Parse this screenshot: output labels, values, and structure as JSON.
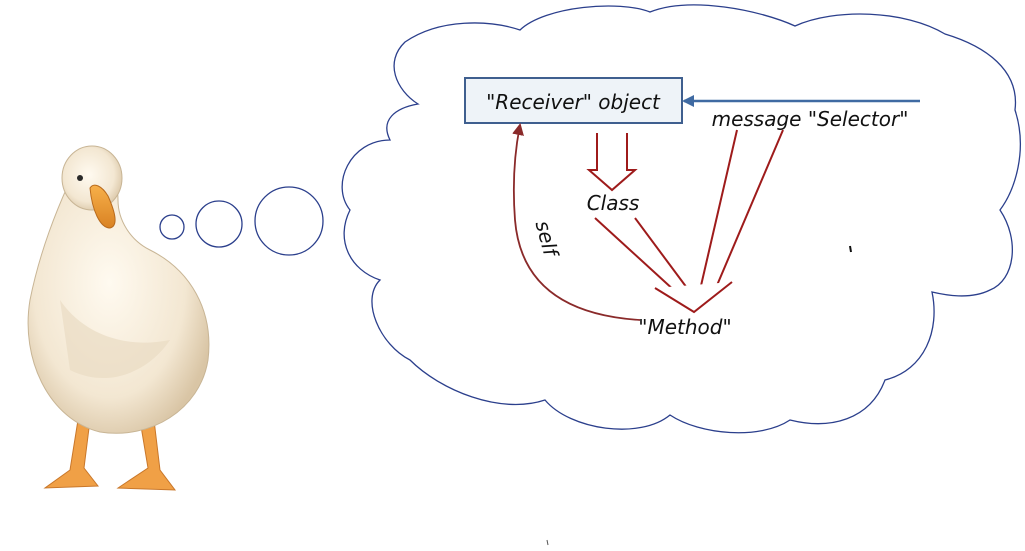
{
  "diagram": {
    "receiver_label": "\"Receiver\" object",
    "message_label": "message \"Selector\"",
    "class_label": "Class",
    "method_label": "\"Method\"",
    "self_label": "self",
    "colors": {
      "cloud_stroke": "#2b3f8c",
      "receiver_box_stroke": "#3f5f8f",
      "receiver_box_fill": "#eef3f8",
      "message_arrow": "#3f6aa2",
      "class_arrows": "#9e1b1b",
      "self_arrow": "#8a2a2a"
    },
    "icons": [
      "duck-illustration",
      "thought-bubble"
    ]
  }
}
